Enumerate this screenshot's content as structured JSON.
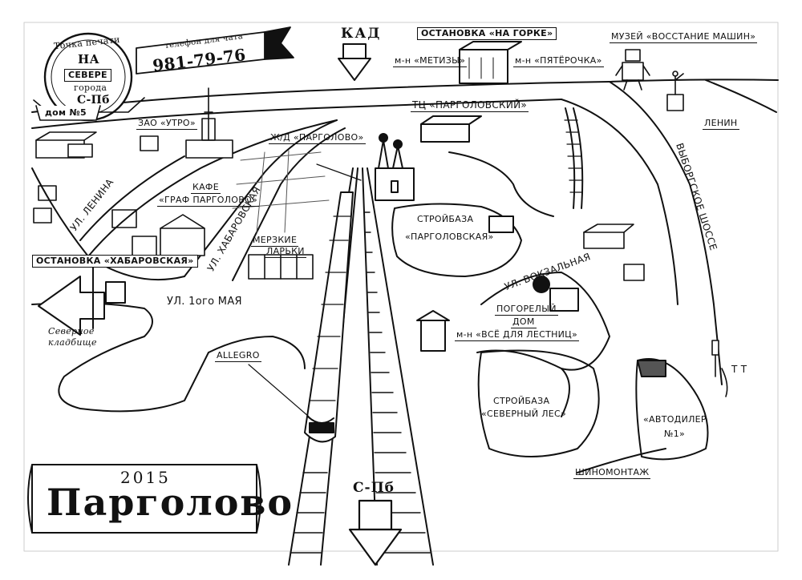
{
  "map": {
    "title": "Парголово",
    "year": "2015",
    "kad": "КАД",
    "spb_bottom": "С-Пб",
    "print_shop": {
      "line1": "Точка печати",
      "line2": "НА",
      "line3": "СЕВЕРЕ",
      "line4": "города",
      "line5": "С-Пб",
      "house": "дом №5"
    },
    "phone_banner": "телефон для чата",
    "phone_number": "981-79-76",
    "labels": {
      "stop_gorka": "ОСТАНОВКА «НА ГОРКЕ»",
      "museum": "МУЗЕЙ «ВОССТАНИЕ МАШИН»",
      "metizy": "м-н «МЕТИЗЫ»",
      "pyaterochka": "м-н «ПЯТЁРОЧКА»",
      "tc_pargolovsky": "ТЦ «ПАРГОЛОВСКИЙ»",
      "lenin": "ЛЕНИН",
      "zao_utro": "ЗАО «УТРО»",
      "station": "Ж/Д «ПАРГОЛОВО»",
      "vyborgskoe": "ВЫБОРГСКОЕ ШОССЕ",
      "cafe_line1": "КАФЕ",
      "cafe_line2": "«ГРАФ ПАРГОЛОВО»",
      "ul_lenina": "УЛ. ЛЕНИНА",
      "ul_khabarovskaya": "УЛ. ХАБАРОВСКАЯ",
      "stroybaza_parg_line1": "СТРОЙБАЗА",
      "stroybaza_parg_line2": "«ПАРГОЛОВСКАЯ»",
      "merzkie_line1": "МЕРЗКИЕ",
      "merzkie_line2": "ЛАРЬКИ",
      "stop_khabarovskaya": "ОСТАНОВКА «ХАБАРОВСКАЯ»",
      "ul_vokzalnaya": "УЛ. ВОКЗАЛЬНАЯ",
      "ul_1_maya": "УЛ. 1ого МАЯ",
      "pogorely_line1": "ПОГОРЕЛЫЙ",
      "pogorely_line2": "ДОМ",
      "vse_dlya_lestnits": "м-н «ВСЁ ДЛЯ ЛЕСТНИЦ»",
      "severnoe_line1": "Северное",
      "severnoe_line2": "кладбище",
      "allegro": "ALLEGRO",
      "stroybaza_sev_line1": "СТРОЙБАЗА",
      "stroybaza_sev_line2": "«СЕВЕРНЫЙ ЛЕС»",
      "avtodiler_line1": "«АВТОДИЛЕР",
      "avtodiler_line2": "№1»",
      "shinomontazh": "ШИНОМОНТАЖ",
      "tt": "Т Т"
    }
  }
}
